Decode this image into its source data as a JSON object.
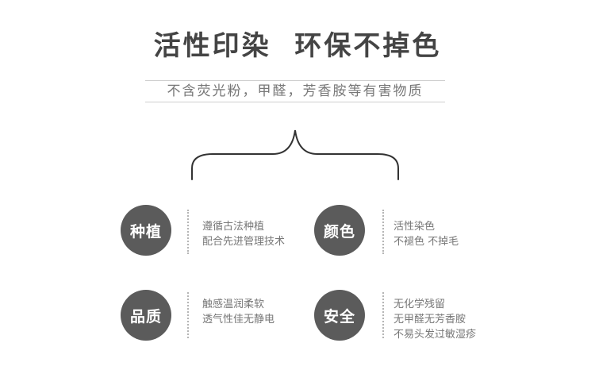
{
  "headline": "活性印染  环保不掉色",
  "subtitle": "不含荧光粉，甲醛，芳香胺等有害物质",
  "features": [
    {
      "label": "种植",
      "lines": [
        "遵循古法种植",
        "配合先进管理技术"
      ]
    },
    {
      "label": "颜色",
      "lines": [
        "活性染色",
        "不褪色 不掉毛"
      ]
    },
    {
      "label": "品质",
      "lines": [
        "触感温润柔软",
        "透气性佳无静电"
      ]
    },
    {
      "label": "安全",
      "lines": [
        "无化学残留",
        "无甲醛无芳香胺",
        "不易头发过敏湿疹"
      ]
    }
  ],
  "colors": {
    "badge": "#5b5b5b",
    "headline": "#444444",
    "text": "#777777"
  }
}
